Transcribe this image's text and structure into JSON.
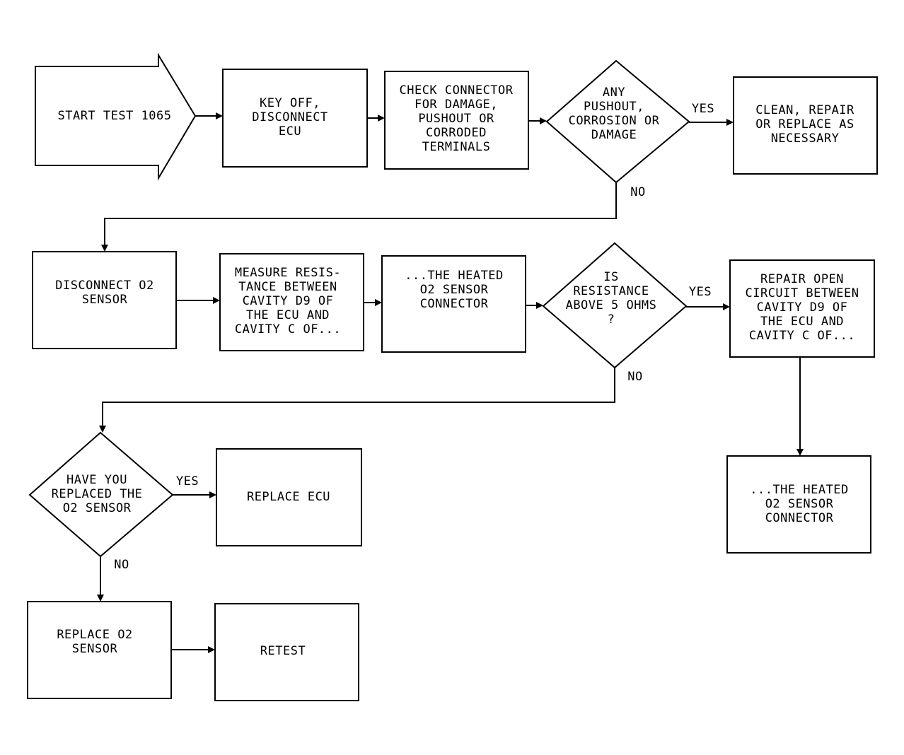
{
  "nodes": {
    "start": {
      "lines": [
        "START TEST 1065"
      ]
    },
    "key_off": {
      "lines": [
        "KEY OFF,",
        "DISCONNECT",
        "ECU"
      ]
    },
    "check_connector": {
      "lines": [
        "CHECK CONNECTOR",
        "FOR DAMAGE,",
        "PUSHOUT OR",
        "CORRODED",
        "TERMINALS"
      ]
    },
    "any_pushout": {
      "lines": [
        "ANY",
        "PUSHOUT,",
        "CORROSION OR",
        "DAMAGE"
      ]
    },
    "clean_repair": {
      "lines": [
        "CLEAN, REPAIR",
        "OR REPLACE AS",
        "NECESSARY"
      ]
    },
    "disconnect_o2": {
      "lines": [
        "DISCONNECT O2",
        "SENSOR"
      ]
    },
    "measure": {
      "lines": [
        "MEASURE RESIS-",
        "TANCE BETWEEN",
        "CAVITY D9 OF",
        "THE ECU AND",
        "CAVITY C OF..."
      ]
    },
    "heated_connector_1": {
      "lines": [
        "...THE HEATED",
        "O2 SENSOR",
        "CONNECTOR"
      ]
    },
    "is_resistance": {
      "lines": [
        "IS",
        "RESISTANCE",
        "ABOVE 5 OHMS",
        "?"
      ]
    },
    "repair_open": {
      "lines": [
        "REPAIR OPEN",
        "CIRCUIT BETWEEN",
        "CAVITY D9 OF",
        "THE ECU AND",
        "CAVITY C OF..."
      ]
    },
    "heated_connector_2": {
      "lines": [
        "...THE HEATED",
        "O2 SENSOR",
        "CONNECTOR"
      ]
    },
    "have_replaced": {
      "lines": [
        "HAVE YOU",
        "REPLACED THE",
        "O2 SENSOR"
      ]
    },
    "replace_ecu": {
      "lines": [
        "REPLACE ECU"
      ]
    },
    "replace_o2": {
      "lines": [
        "REPLACE O2",
        "SENSOR"
      ]
    },
    "retest": {
      "lines": [
        "RETEST"
      ]
    }
  },
  "edge_labels": {
    "any_pushout_yes": "YES",
    "any_pushout_no": "NO",
    "is_resistance_yes": "YES",
    "is_resistance_no": "NO",
    "have_replaced_yes": "YES",
    "have_replaced_no": "NO"
  }
}
